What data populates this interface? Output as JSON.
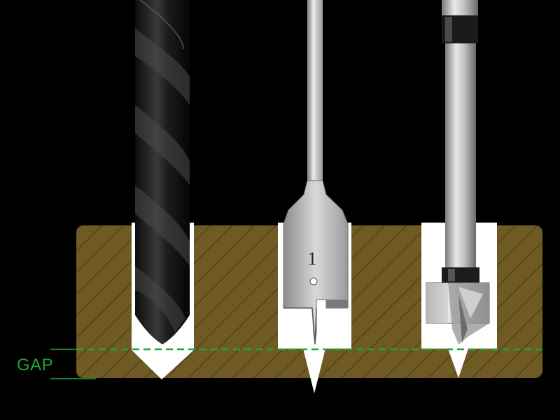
{
  "labels": {
    "gap": "GAP"
  },
  "colors": {
    "background": "#000000",
    "wood": "#6e5a22",
    "hatch": "#3d3210",
    "hole": "#ffffff",
    "gap_line": "#1fa53a"
  },
  "tools": [
    {
      "name": "twist-drill-bit"
    },
    {
      "name": "spade-bit"
    },
    {
      "name": "forstner-bit"
    }
  ]
}
